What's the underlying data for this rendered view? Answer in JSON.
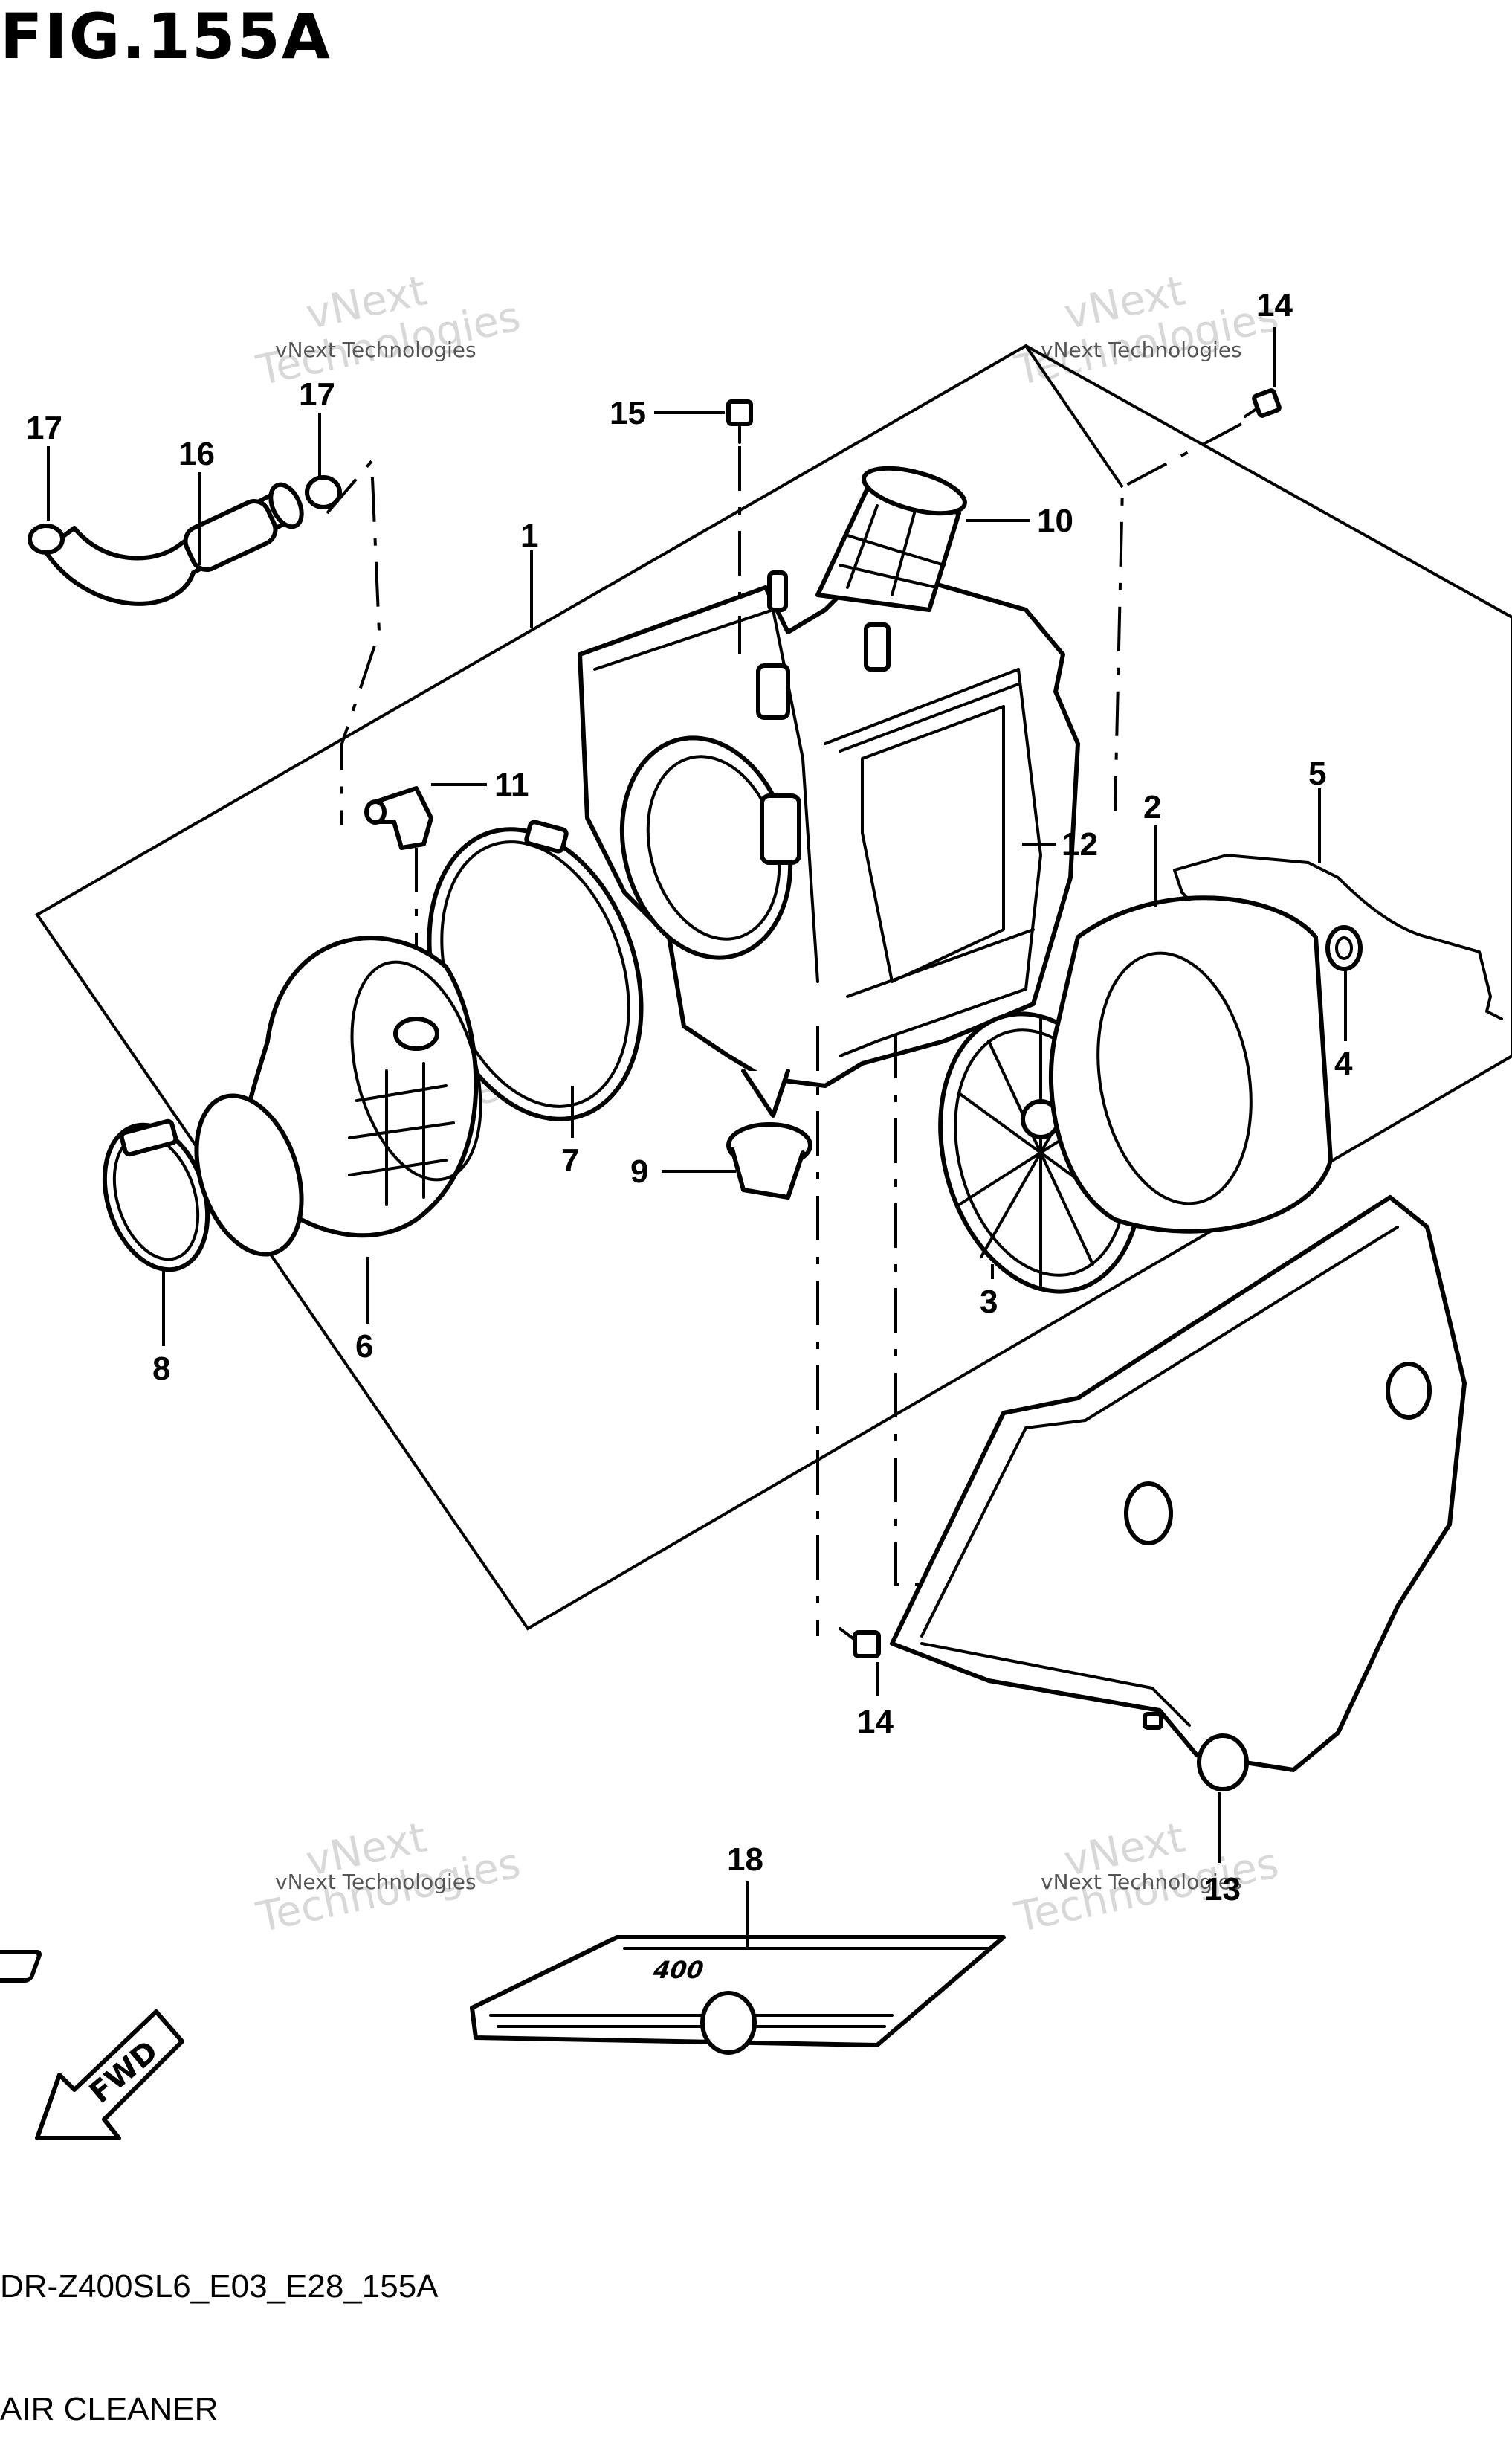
{
  "figure": {
    "title": "FIG.155A",
    "model_code": "DR-Z400SL6_E03_E28_155A",
    "section_name": "AIR CLEANER"
  },
  "direction_marker": "FWD",
  "watermark": {
    "line1": "vNext Technologies",
    "line2": "Technologies",
    "line3": "vNext"
  },
  "callouts": {
    "c1": "1",
    "c2": "2",
    "c3": "3",
    "c4": "4",
    "c5": "5",
    "c6": "6",
    "c7": "7",
    "c8": "8",
    "c9": "9",
    "c10": "10",
    "c11": "11",
    "c12": "12",
    "c13": "13",
    "c14a": "14",
    "c14b": "14",
    "c15": "15",
    "c16": "16",
    "c17a": "17",
    "c17b": "17",
    "c18": "18"
  },
  "decal_text": "400"
}
